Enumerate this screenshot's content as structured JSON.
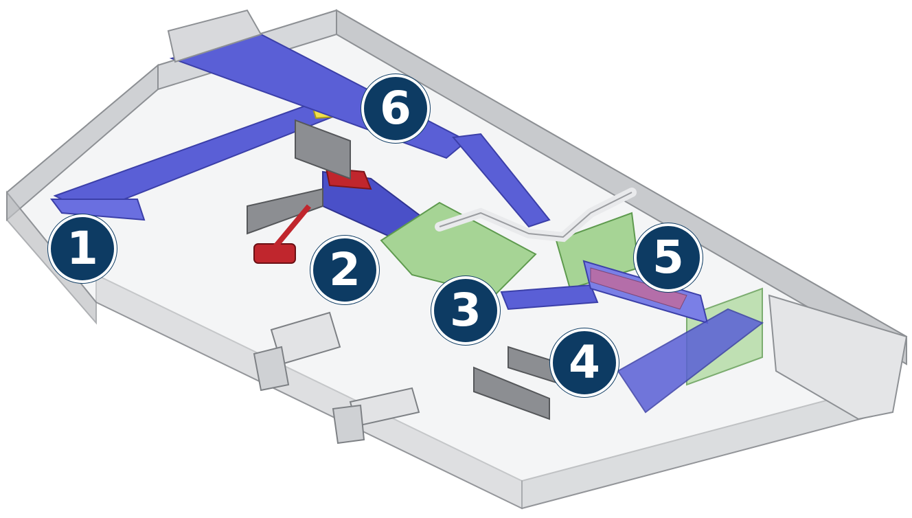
{
  "markers": [
    {
      "label": "1"
    },
    {
      "label": "2"
    },
    {
      "label": "3"
    },
    {
      "label": "4"
    },
    {
      "label": "5"
    },
    {
      "label": "6"
    }
  ],
  "colors": {
    "marker_fill": "#0d3b63",
    "conveyor": "#5a5fd6",
    "wall": "#c9cbcf",
    "floor": "#ffffff",
    "platform": "#9fcf8e",
    "truck": "#d9dadc",
    "loader": "#c0262d"
  }
}
